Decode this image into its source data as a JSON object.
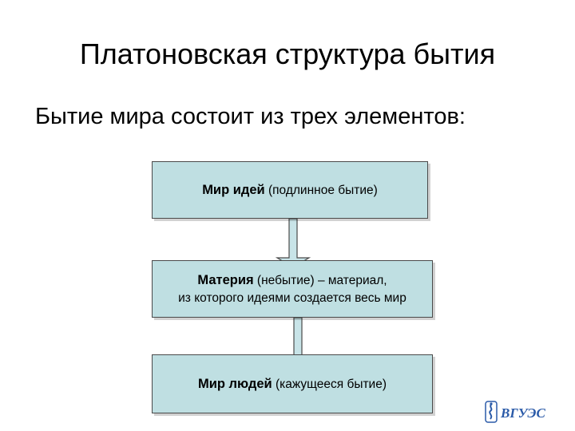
{
  "slide": {
    "title": "Платоновская структура бытия",
    "subtitle": "Бытие мира состоит из трех элементов:"
  },
  "boxes": [
    {
      "bold": "Мир идей",
      "rest": " (подлинное бытие)"
    },
    {
      "bold": "Материя",
      "rest": " (небытие) – материал,",
      "line2": "из которого идеями создается весь мир"
    },
    {
      "bold": "Мир людей",
      "rest": " (кажущееся бытие)"
    }
  ],
  "colors": {
    "box_fill": "#bfdfe2",
    "box_border": "#4a4a4a",
    "arrow_fill": "#c8e4e8",
    "logo_blue": "#2a5aa8"
  },
  "logo": {
    "text": "ВГУЭС"
  }
}
